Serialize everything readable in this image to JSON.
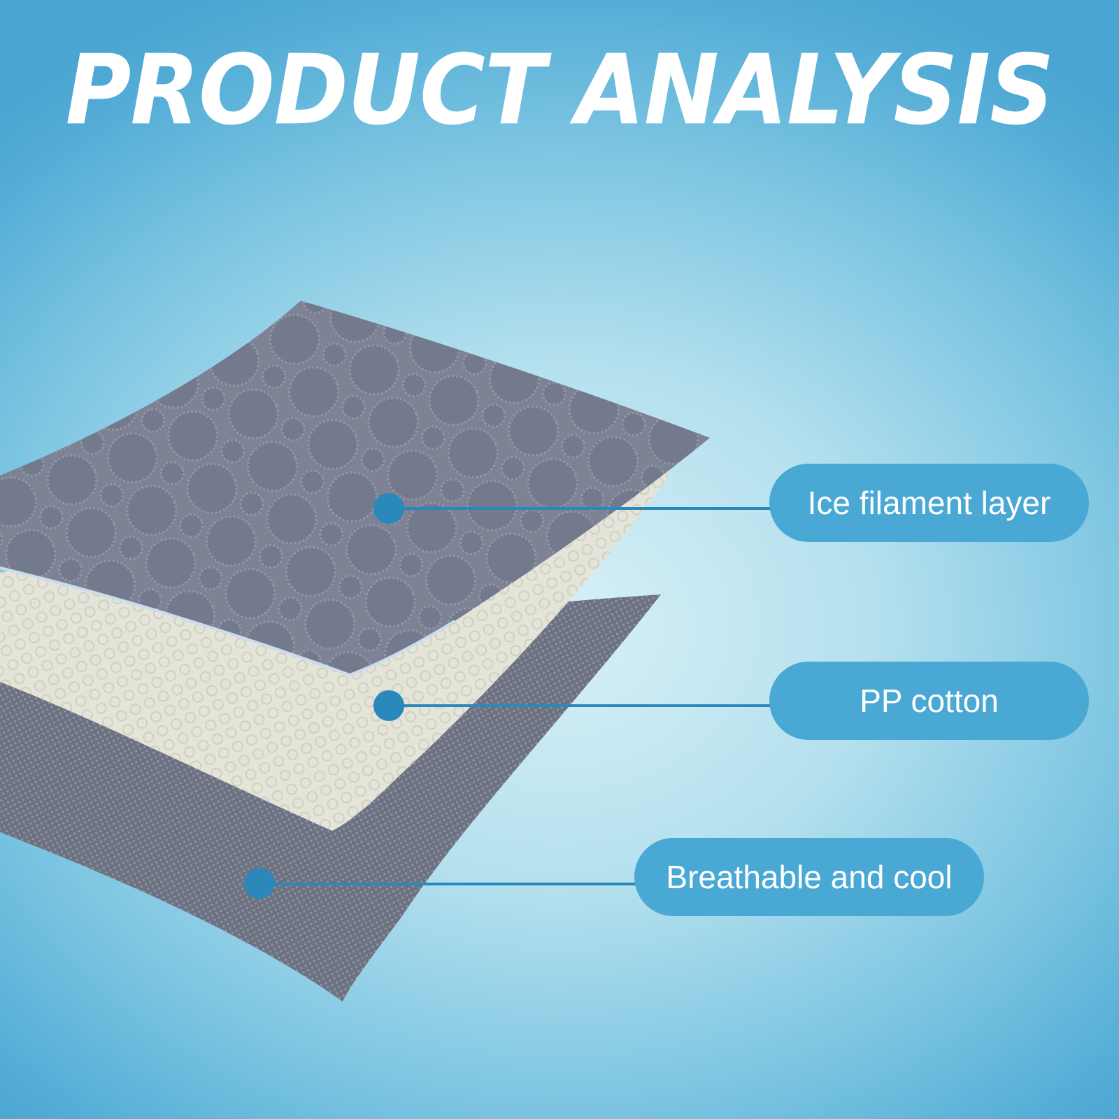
{
  "title": "PRODUCT ANALYSIS",
  "callouts": [
    {
      "label": "Ice filament layer"
    },
    {
      "label": "PP cotton"
    },
    {
      "label": "Breathable and cool"
    }
  ],
  "colors": {
    "background_edge": "#4aa5d2",
    "background_center": "#d8f0f7",
    "pill": "#4aa8d4",
    "connector": "#2a88ba",
    "top_layer": "#7e8296",
    "middle_layer": "#e6e6dc",
    "bottom_layer": "#707584"
  }
}
